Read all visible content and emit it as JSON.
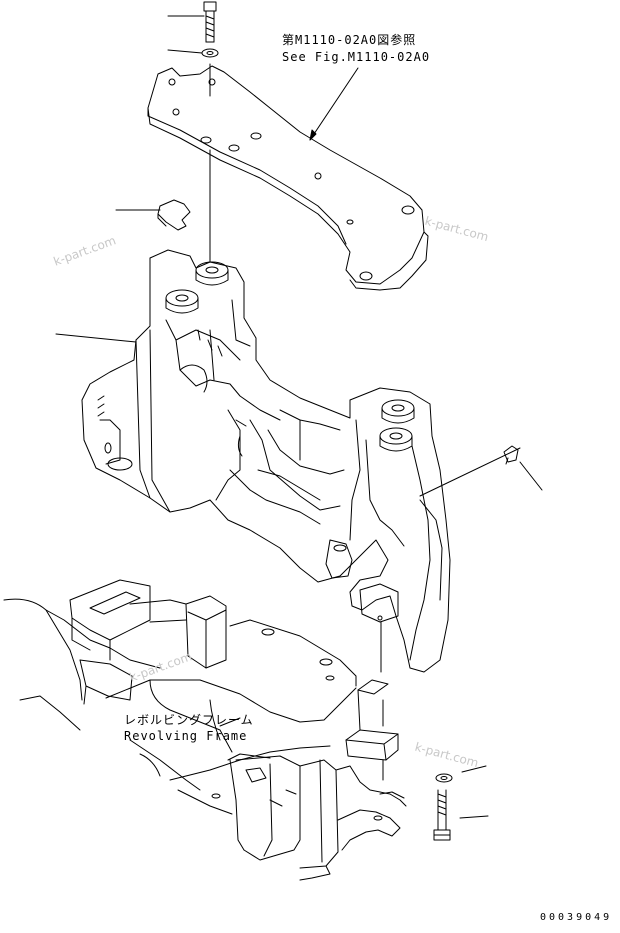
{
  "labels": {
    "ref_jp": "第M1110-02A0図参照",
    "ref_en": "See Fig.M1110-02A0",
    "frame_jp": "レボルビングフレーム",
    "frame_en": "Revolving Frame"
  },
  "watermarks": [
    "k-part.com",
    "k-part.com",
    "k-part.com",
    "k-part.com"
  ],
  "drawing_number": "00039049",
  "colors": {
    "line": "#000000",
    "watermark": "#c8c8c8"
  }
}
